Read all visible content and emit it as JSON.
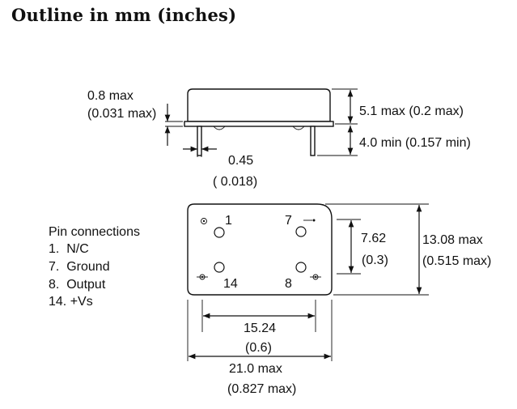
{
  "title": "Outline in mm (inches)",
  "side_view": {
    "height_mm": "0.8 max",
    "height_in": "(0.031 max)",
    "body_height_mm": "5.1 max (0.2 max)",
    "pin_length": "4.0 min (0.157 min)",
    "pin_width_mm": "0.45",
    "pin_width_in": "(  0.018)"
  },
  "top_view": {
    "pin_1": "1",
    "pin_7": "7",
    "pin_8": "8",
    "pin_14": "14",
    "pitch_v_mm": "7.62",
    "pitch_v_in": "(0.3)",
    "height_mm": "13.08 max",
    "height_in": "(0.515 max)",
    "pitch_h_mm": "15.24",
    "pitch_h_in": "(0.6)",
    "width_mm": "21.0 max",
    "width_in": "(0.827 max)"
  },
  "pin_connections": {
    "heading": "Pin connections",
    "items": [
      "1.  N/C",
      "7.  Ground",
      "8.  Output",
      "14. +Vs"
    ]
  }
}
